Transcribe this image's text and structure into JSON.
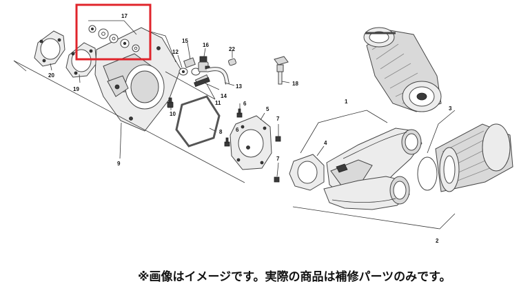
{
  "diagram": {
    "labels": {
      "p1": "1",
      "p2": "2",
      "p3": "3",
      "p4": "4",
      "p5": "5",
      "p6a": "6",
      "p6b": "6",
      "p7a": "7",
      "p7b": "7",
      "p8": "8",
      "p9": "9",
      "p10": "10",
      "p11": "11",
      "p12": "12",
      "p13": "13",
      "p14": "14",
      "p15": "15",
      "p16": "16",
      "p17": "17",
      "p18": "18",
      "p19": "19",
      "p20": "20",
      "p22": "22"
    },
    "highlight_color": "#e0242b",
    "line_color": "#333333"
  },
  "note": {
    "text": "※画像はイメージです。実際の商品は補修パーツのみです。"
  }
}
